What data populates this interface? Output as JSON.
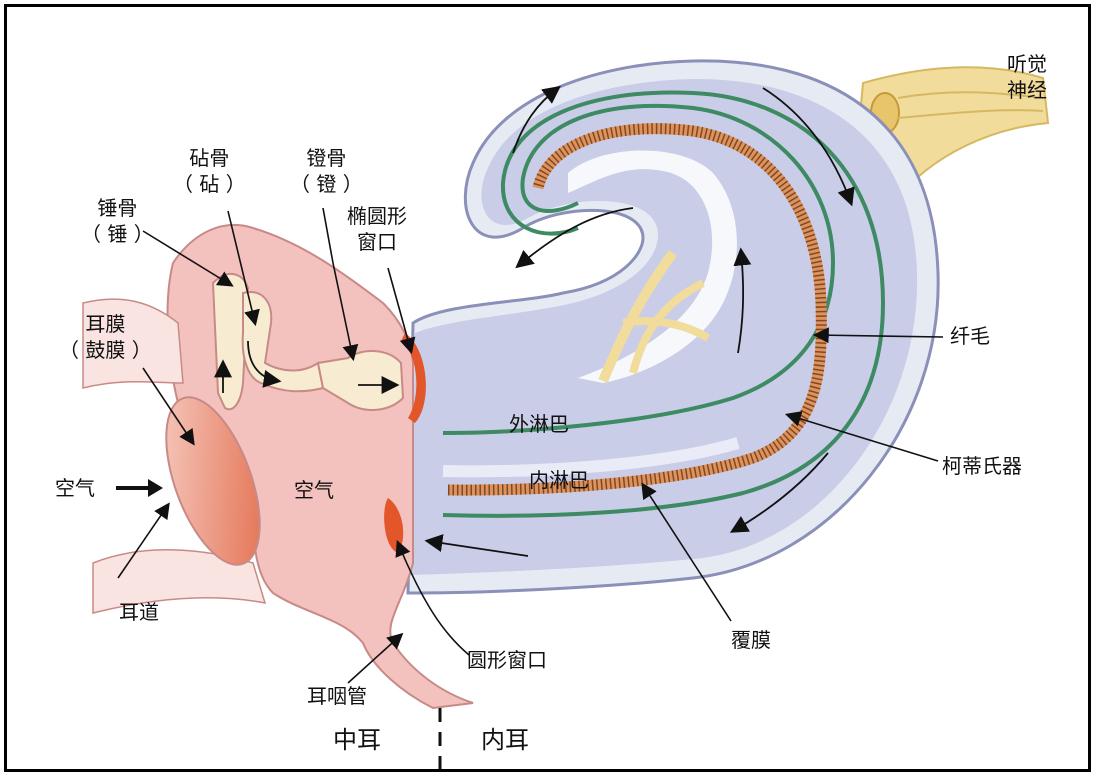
{
  "labels": {
    "auditory_nerve": [
      "听觉",
      "神经"
    ],
    "anvil": [
      "砧骨",
      "（ 砧 ）"
    ],
    "stirrup": [
      "镫骨",
      "（ 镫 ）"
    ],
    "hammer": [
      "锤骨",
      "（ 锤 ）"
    ],
    "oval_window": [
      "椭圆形",
      "窗口"
    ],
    "eardrum": [
      "耳膜",
      "（ 鼓膜 ）"
    ],
    "air_outer": "空气",
    "air_middle": "空气",
    "ear_canal": "耳道",
    "cilia": "纤毛",
    "perilymph": "外淋巴",
    "endolymph": "内淋巴",
    "organ_of_corti": "柯蒂氏器",
    "tectorial_membrane": "覆膜",
    "round_window": "圆形窗口",
    "eustachian_tube": "耳咽管",
    "middle_ear": "中耳",
    "inner_ear": "内耳"
  },
  "colors": {
    "cochlea_fill": "#c9cde8",
    "cochlea_outline": "#8a90b8",
    "outer_rim": "#e6ebf3",
    "membrane_green": "#3d8a63",
    "cilia_orange": "#e0925a",
    "middle_ear_fill": "#f3c2bf",
    "bone_fill": "#f7ecd1",
    "window_red": "#e2562a",
    "nerve_yellow": "#f1dc9c"
  }
}
